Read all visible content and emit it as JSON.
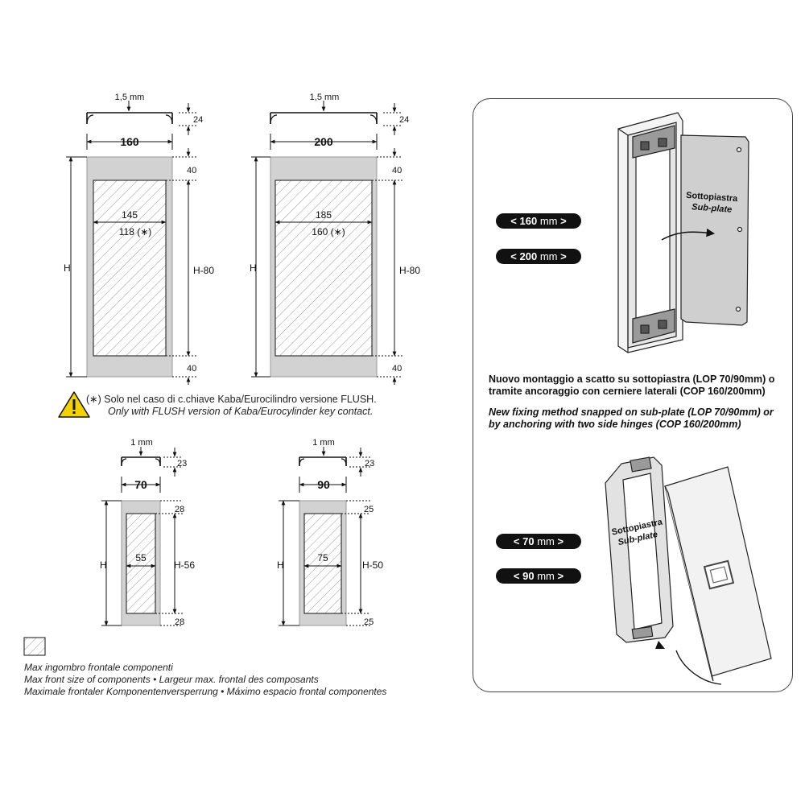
{
  "dims_top": {
    "p160": {
      "tol": "1,5 mm",
      "width": "160",
      "top_gap": "24",
      "inner": "145",
      "inner_flush": "118 (∗)",
      "height": "H",
      "inner_height": "H-80",
      "margin_top": "40",
      "margin_bottom": "40"
    },
    "p200": {
      "tol": "1,5 mm",
      "width": "200",
      "top_gap": "24",
      "inner": "185",
      "inner_flush": "160 (∗)",
      "height": "H",
      "inner_height": "H-80",
      "margin_top": "40",
      "margin_bottom": "40"
    }
  },
  "warning": {
    "marker": "(∗)",
    "it": "Solo nel caso di c.chiave Kaba/Eurocilindro versione FLUSH.",
    "en": "Only with FLUSH version of Kaba/Eurocylinder key contact."
  },
  "dims_bottom": {
    "p70": {
      "tol": "1 mm",
      "width": "70",
      "top_gap": "23",
      "inner": "55",
      "height": "H",
      "inner_height": "H-56",
      "margin_top": "28",
      "margin_bottom": "28"
    },
    "p90": {
      "tol": "1 mm",
      "width": "90",
      "top_gap": "23",
      "inner": "75",
      "height": "H",
      "inner_height": "H-50",
      "margin_top": "25",
      "margin_bottom": "25"
    }
  },
  "legend": [
    "Max ingombro frontale componenti",
    "Max front size of components • Largeur max. frontal des composants",
    "Maximale frontaler Komponentenversperrung • Máximo espacio frontal componentes"
  ],
  "panel": {
    "pills": [
      {
        "value": "160",
        "unit": "mm"
      },
      {
        "value": "200",
        "unit": "mm"
      },
      {
        "value": "70",
        "unit": "mm"
      },
      {
        "value": "90",
        "unit": "mm"
      }
    ],
    "subplate_it": "Sottopiastra",
    "subplate_en": "Sub-plate",
    "desc_it": "Nuovo montaggio a scatto su sottopiastra (LOP 70/90mm) o tramite ancoraggio con cerniere laterali (COP 160/200mm)",
    "desc_en": "New fixing method snapped on sub-plate (LOP 70/90mm) or by anchoring with two side hinges (COP 160/200mm)"
  },
  "colors": {
    "frame": "#d2d2d2",
    "hatch": "#9a9a9a",
    "pill": "#111111",
    "warning": "#f2d200"
  }
}
